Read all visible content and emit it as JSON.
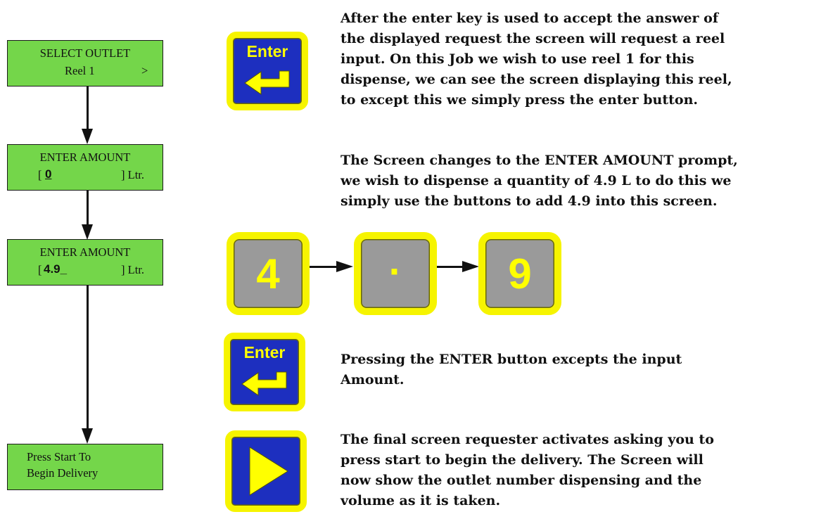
{
  "lcd_screens": [
    {
      "line1": "SELECT OUTLET",
      "line2_left": "Reel 1",
      "line2_right": ">"
    },
    {
      "line1": "ENTER AMOUNT",
      "line2_open": "[",
      "line2_value": "0",
      "line2_close": "] Ltr."
    },
    {
      "line1": "ENTER AMOUNT",
      "line2_open": "[",
      "line2_value": "4.9_",
      "line2_close": "] Ltr."
    },
    {
      "line1": "Press Start  To",
      "line2": "Begin Delivery"
    }
  ],
  "keys": {
    "enter_label": "Enter",
    "digit_4": "4",
    "decimal_point": "·",
    "digit_9": "9"
  },
  "paragraphs": {
    "p1": [
      "After the enter key is used to accept the answer of",
      "the displayed request the screen will request a reel",
      "input. On this Job we wish to use reel 1 for this",
      "dispense, we can see the screen displaying this reel,",
      "to except this we simply press the enter button."
    ],
    "p2": [
      "The Screen changes to the ENTER AMOUNT prompt,",
      "we wish to dispense a quantity of 4.9 L to do this we",
      "simply use the buttons to add 4.9 into this screen."
    ],
    "p3": [
      "Pressing the ENTER button excepts the input",
      "Amount."
    ],
    "p4": [
      "The final screen requester activates asking you to",
      "press start to begin the delivery. The Screen will",
      "now show the outlet number dispensing and the",
      "volume as it is taken."
    ]
  },
  "colors": {
    "lcd_green": "#74d64a",
    "key_blue": "#1d2fbf",
    "key_yellow": "#f6f400",
    "key_grey": "#9a9a9a"
  },
  "icons": [
    "enter-arrow-icon",
    "play-icon"
  ]
}
